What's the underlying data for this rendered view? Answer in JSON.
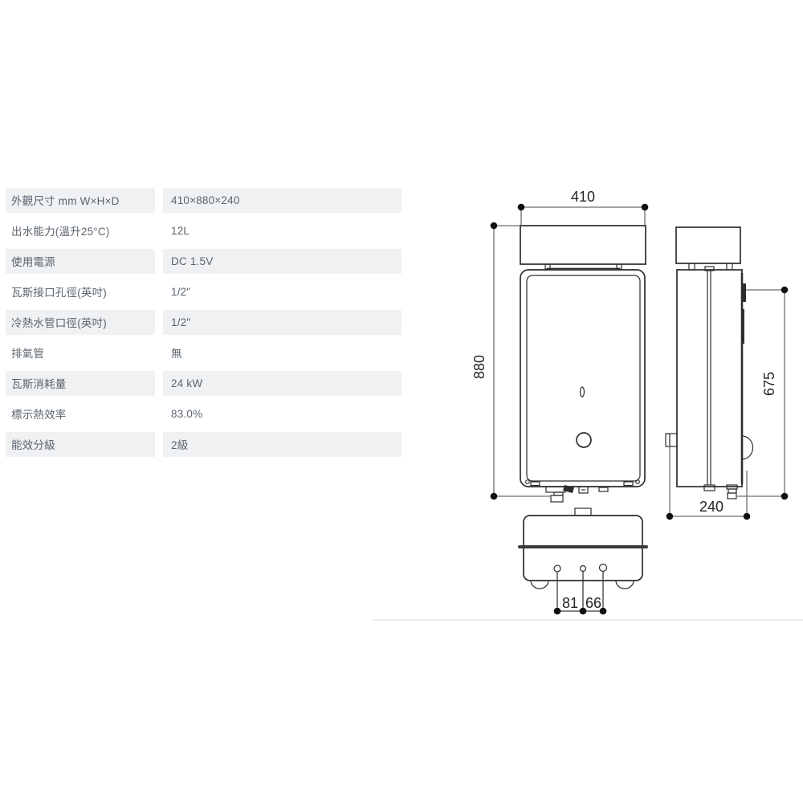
{
  "spec_table": {
    "rows": [
      {
        "label": "外觀尺寸 mm W×H×D",
        "value": "410×880×240"
      },
      {
        "label": "出水能力(溫升25°C)",
        "value": "12L"
      },
      {
        "label": "使用電源",
        "value": "DC 1.5V"
      },
      {
        "label": "瓦斯接口孔徑(英吋)",
        "value": "1/2\""
      },
      {
        "label": "冷熱水管口徑(英吋)",
        "value": "1/2\""
      },
      {
        "label": "排氣管",
        "value": "無"
      },
      {
        "label": "瓦斯消耗量",
        "value": "24 kW"
      },
      {
        "label": "標示熱效率",
        "value": "83.0%"
      },
      {
        "label": "能效分級",
        "value": "2級"
      }
    ]
  },
  "diagram": {
    "dimensions": {
      "width": "410",
      "height": "880",
      "side_height": "675",
      "depth": "240",
      "bottom_hole_span_left": "81",
      "bottom_hole_span_right": "66"
    }
  },
  "colors": {
    "row_shade": "#f0f1f3",
    "table_text": "#5a646e",
    "line_color": "#2d2d2d",
    "dim_color": "#6e6e6e"
  }
}
